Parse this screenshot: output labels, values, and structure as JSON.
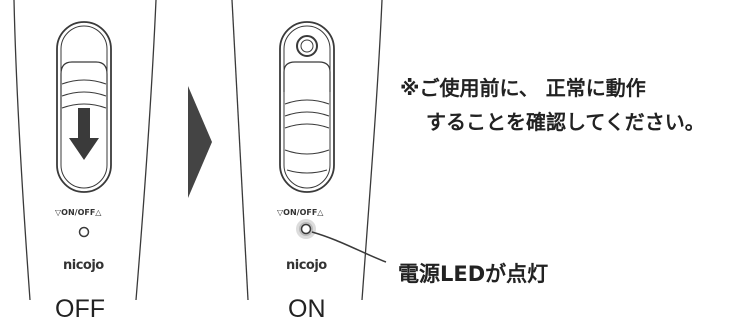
{
  "device_off": {
    "switch_marking": "▽ON/OFF△",
    "logo": "nicojo",
    "state_label": "OFF"
  },
  "device_on": {
    "switch_marking": "▽ON/OFF△",
    "logo": "nicojo",
    "state_label": "ON"
  },
  "note": {
    "line1": "※ご使用前に、 正常に動作",
    "line2": "することを確認してください。"
  },
  "led_callout": {
    "label": "電源LEDが点灯"
  },
  "colors": {
    "outline": "#3a3a3a",
    "arrow": "#3a3a3a",
    "transition_arrow": "#444444",
    "led_glow": "#9a9a9a"
  }
}
